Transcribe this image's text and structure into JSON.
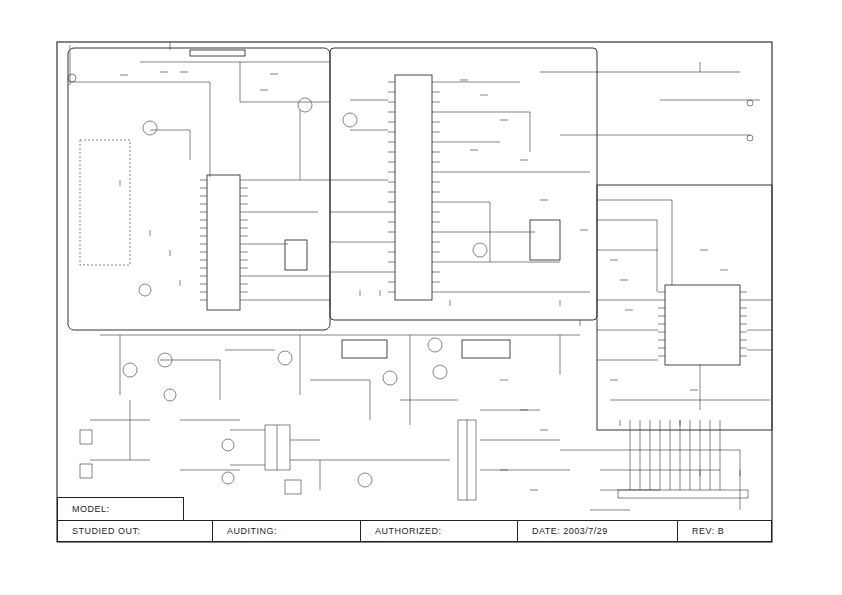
{
  "diagram": {
    "nodes": [
      {
        "text": [
          "MODEL:"
        ]
      },
      {
        "text": [
          "STUDIED OUT:"
        ]
      },
      {
        "text": [
          "AUDITING:"
        ]
      },
      {
        "text": [
          "AUTHORIZED:"
        ]
      },
      {
        "text": [
          "DATE: 2003/7/29"
        ]
      },
      {
        "text": [
          "REV: B"
        ]
      }
    ],
    "edges": []
  }
}
